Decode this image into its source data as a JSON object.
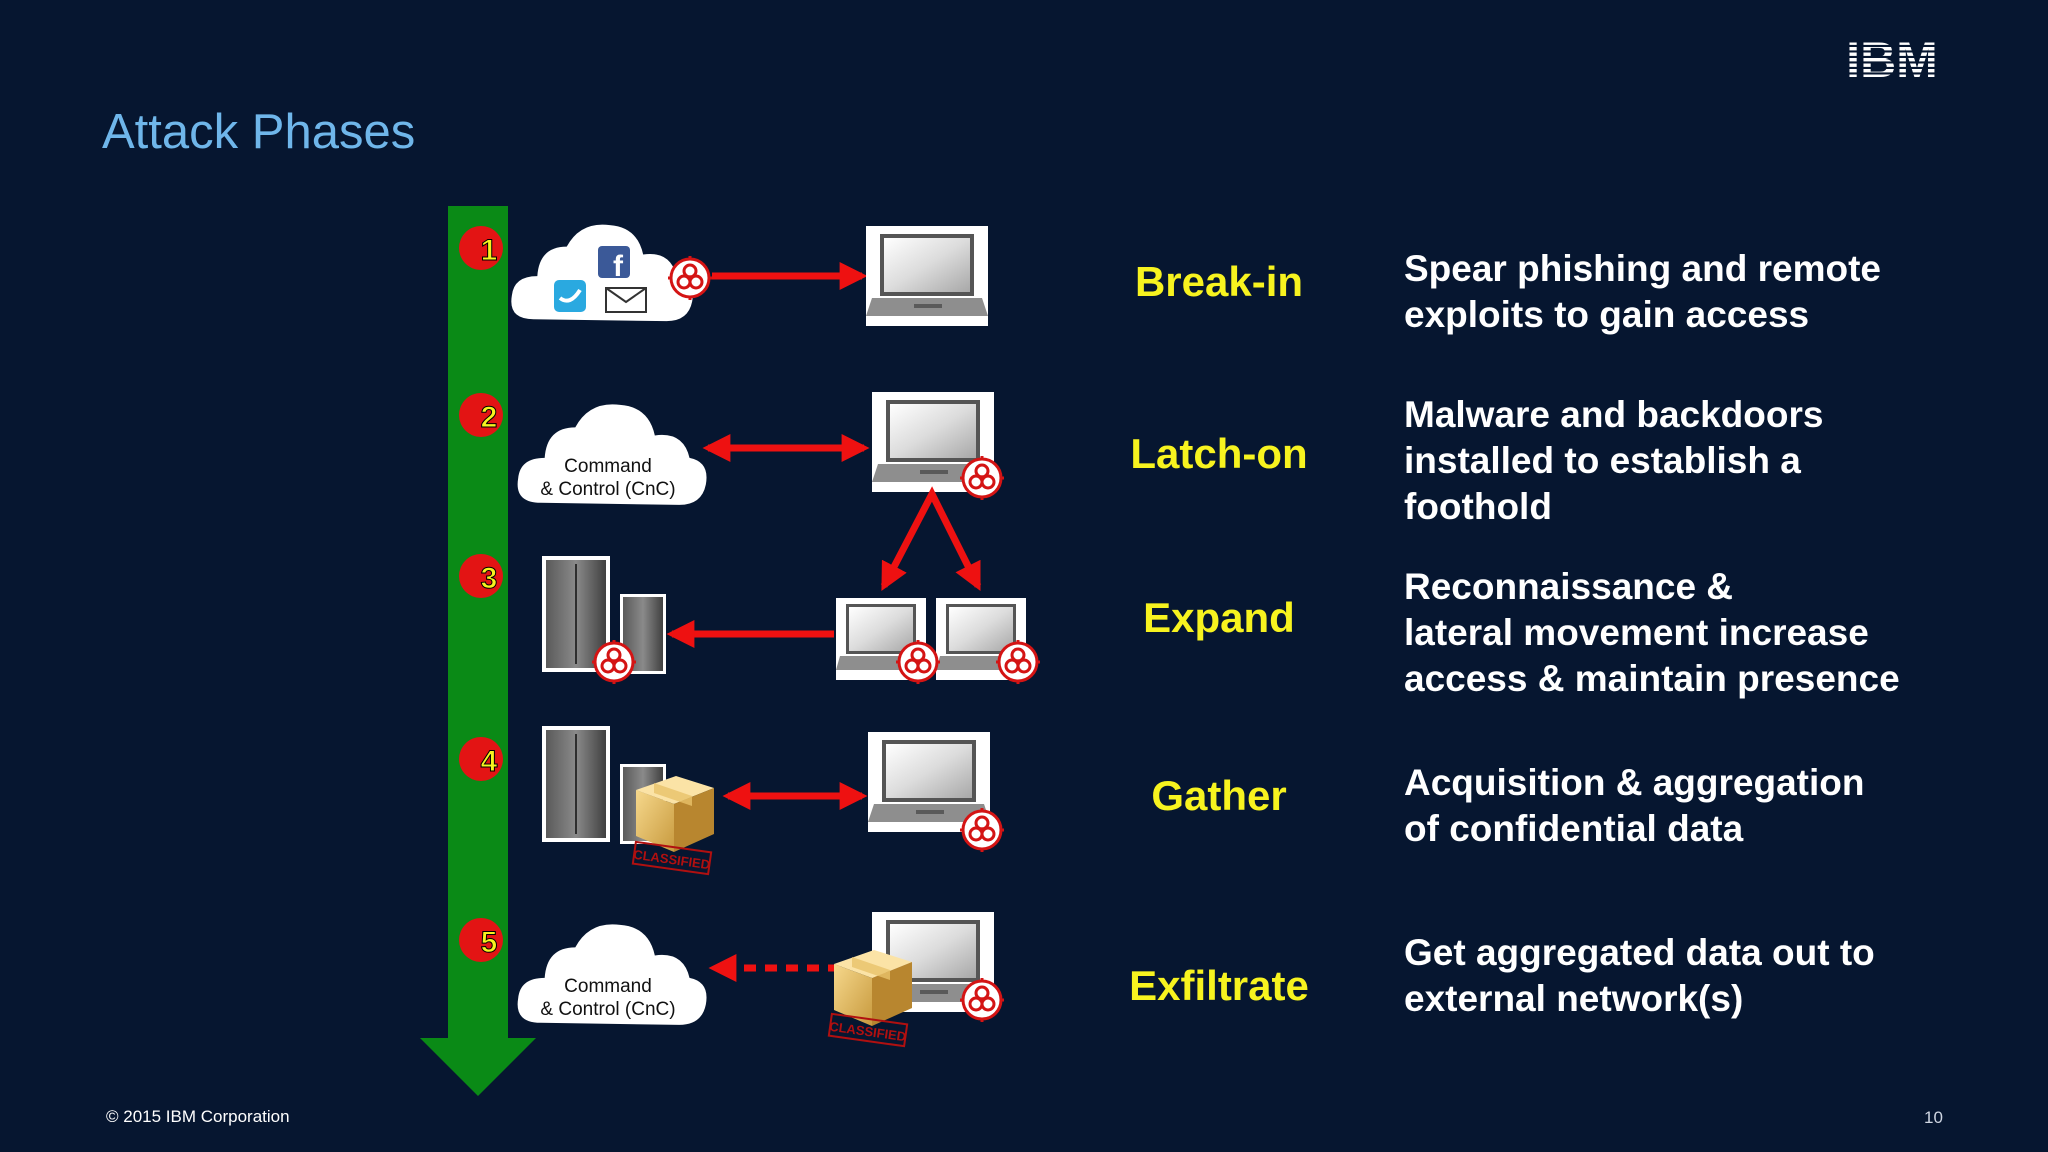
{
  "slide": {
    "title": "Attack Phases",
    "brand": "IBM",
    "footer": "© 2015 IBM Corporation",
    "page_number": "10"
  },
  "diagram": {
    "cloud_labels": {
      "line1": "Command",
      "line2": "& Control (CnC)"
    },
    "stamp_text": "CLASSIFIED"
  },
  "phases": [
    {
      "number": "1",
      "name": "Break-in",
      "description": [
        "Spear phishing and remote",
        "exploits to gain access"
      ]
    },
    {
      "number": "2",
      "name": "Latch-on",
      "description": [
        "Malware and backdoors",
        "installed to establish a",
        "foothold"
      ]
    },
    {
      "number": "3",
      "name": "Expand",
      "description": [
        "Reconnaissance &",
        "lateral movement increase",
        "access & maintain presence"
      ]
    },
    {
      "number": "4",
      "name": "Gather",
      "description": [
        "Acquisition & aggregation",
        "of confidential data"
      ]
    },
    {
      "number": "5",
      "name": "Exfiltrate",
      "description": [
        "Get aggregated data out to",
        "external network(s)"
      ]
    }
  ],
  "colors": {
    "background": "#061630",
    "title": "#6fb6ea",
    "timeline_arrow": "#0a8a16",
    "badge": "#e31414",
    "badge_text": "#f7f31f",
    "phase_name": "#f7f31f",
    "arrows": "#ee1111"
  },
  "icons": [
    "facebook-icon",
    "twitter-icon",
    "email-icon",
    "biohazard-icon",
    "laptop-icon",
    "server-icon",
    "package-icon",
    "cloud-icon"
  ]
}
